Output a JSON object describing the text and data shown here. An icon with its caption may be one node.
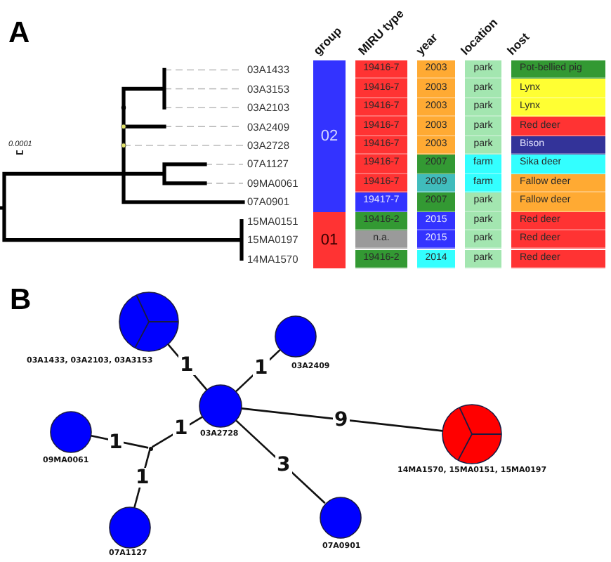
{
  "diagram": {
    "nodes": [
      {
        "text": [
          "02"
        ]
      },
      {
        "text": [
          "19416-7"
        ]
      },
      {
        "text": [
          "2003"
        ]
      },
      {
        "text": [
          "park"
        ]
      },
      {
        "text": [
          "Pot-bellied pig"
        ]
      },
      {
        "text": [
          "19416-7"
        ]
      },
      {
        "text": [
          "2003"
        ]
      },
      {
        "text": [
          "park"
        ]
      },
      {
        "text": [
          "Lynx"
        ]
      },
      {
        "text": [
          "19416-7"
        ]
      },
      {
        "text": [
          "2003"
        ]
      },
      {
        "text": [
          "park"
        ]
      },
      {
        "text": [
          "Lynx"
        ]
      },
      {
        "text": [
          "19416-7"
        ]
      },
      {
        "text": [
          "2003"
        ]
      },
      {
        "text": [
          "park"
        ]
      },
      {
        "text": [
          "Red deer"
        ]
      },
      {
        "text": [
          "19416-7"
        ]
      },
      {
        "text": [
          "2003"
        ]
      },
      {
        "text": [
          "park"
        ]
      },
      {
        "text": [
          "Bison"
        ]
      },
      {
        "text": [
          "19416-7"
        ]
      },
      {
        "text": [
          "2007"
        ]
      },
      {
        "text": [
          "farm"
        ]
      },
      {
        "text": [
          "Sika deer"
        ]
      },
      {
        "text": [
          "19416-7"
        ]
      },
      {
        "text": [
          "2009"
        ]
      },
      {
        "text": [
          "farm"
        ]
      },
      {
        "text": [
          "Fallow deer"
        ]
      },
      {
        "text": [
          "19417-7"
        ]
      },
      {
        "text": [
          "2007"
        ]
      },
      {
        "text": [
          "park"
        ]
      },
      {
        "text": [
          "Fallow deer"
        ]
      },
      {
        "text": [
          "01"
        ]
      },
      {
        "text": [
          "19416-2"
        ]
      },
      {
        "text": [
          "2015"
        ]
      },
      {
        "text": [
          "park"
        ]
      },
      {
        "text": [
          "Red deer"
        ]
      },
      {
        "text": [
          "n.a."
        ]
      },
      {
        "text": [
          "2015"
        ]
      },
      {
        "text": [
          "park"
        ]
      },
      {
        "text": [
          "Red deer"
        ]
      },
      {
        "text": [
          "19416-2"
        ]
      },
      {
        "text": [
          "2014"
        ]
      },
      {
        "text": [
          "park"
        ]
      },
      {
        "text": [
          "Red deer"
        ]
      },
      {
        "text": [
          "03A1433, 03A2103, 03A3153"
        ]
      },
      {
        "text": [
          "03A2409"
        ]
      },
      {
        "text": [
          "03A2728"
        ]
      },
      {
        "text": [
          "09MA0061"
        ]
      },
      {
        "text": [
          "14MA1570, 15MA0151, 15MA0197"
        ]
      },
      {
        "text": [],
        "shape": "point"
      },
      {
        "text": [
          "07A0901"
        ]
      },
      {
        "text": [
          "07A1127"
        ]
      }
    ],
    "edges": [
      {
        "from": 46,
        "to": 48,
        "arrow": "none",
        "label": "1"
      },
      {
        "from": 48,
        "to": 47,
        "arrow": "none",
        "label": "1"
      },
      {
        "from": 48,
        "to": 51,
        "arrow": "none",
        "label": "1"
      },
      {
        "from": 51,
        "to": 49,
        "arrow": "none",
        "label": "1"
      },
      {
        "from": 51,
        "to": 53,
        "arrow": "none",
        "label": "1"
      },
      {
        "from": 48,
        "to": 52,
        "arrow": "none",
        "label": "3"
      },
      {
        "from": 48,
        "to": 50,
        "arrow": "none",
        "label": "9"
      }
    ],
    "labels": [
      "A",
      "group",
      "MIRU type",
      "year",
      "location",
      "host",
      "03A1433",
      "03A3153",
      "03A2103",
      "03A2409",
      "0.0001",
      "03A2728",
      "07A1127",
      "09MA0061",
      "07A0901",
      "15MA0151",
      "15MA0197",
      "14MA1570",
      "B"
    ]
  }
}
